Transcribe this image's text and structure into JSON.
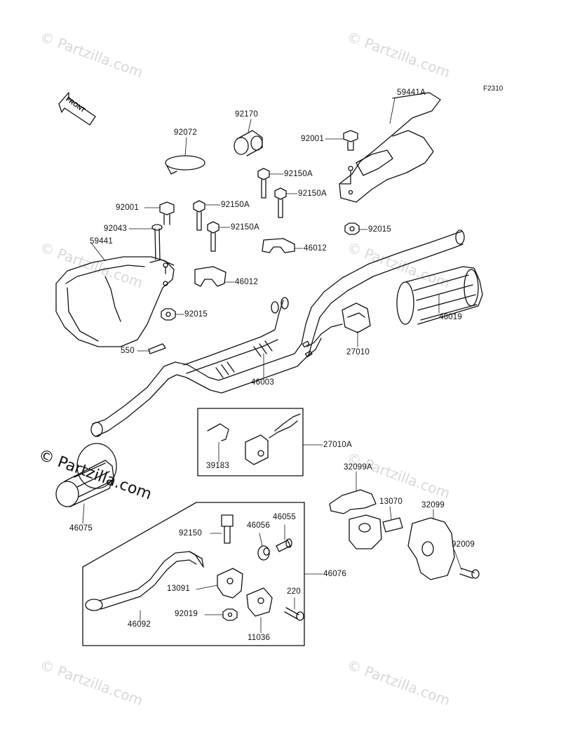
{
  "diagram_code": "F2310",
  "front_label": "FRONT",
  "watermark": {
    "text": "© Partzilla.com",
    "emphasized_text": "© Partzilla.com"
  },
  "parts": {
    "p59441A": "59441A",
    "p92001_top": "92001",
    "p92170": "92170",
    "p92072": "92072",
    "p92150A_1": "92150A",
    "p92150A_2": "92150A",
    "p92150A_3": "92150A",
    "p92150A_4": "92150A",
    "p92015_top": "92015",
    "p92001_left": "92001",
    "p92043": "92043",
    "p59441": "59441",
    "p46012_1": "46012",
    "p46012_2": "46012",
    "p92015_left": "92015",
    "p46019": "46019",
    "p550": "550",
    "p27010": "27010",
    "p46003": "46003",
    "p27010A": "27010A",
    "p39183": "39183",
    "p32099A": "32099A",
    "p13070": "13070",
    "p32099": "32099",
    "p92009": "92009",
    "p46075": "46075",
    "p92150": "92150",
    "p46056": "46056",
    "p46055": "46055",
    "p46076": "46076",
    "p13091": "13091",
    "p220": "220",
    "p92019": "92019",
    "p11036": "11036",
    "p46092": "46092"
  }
}
